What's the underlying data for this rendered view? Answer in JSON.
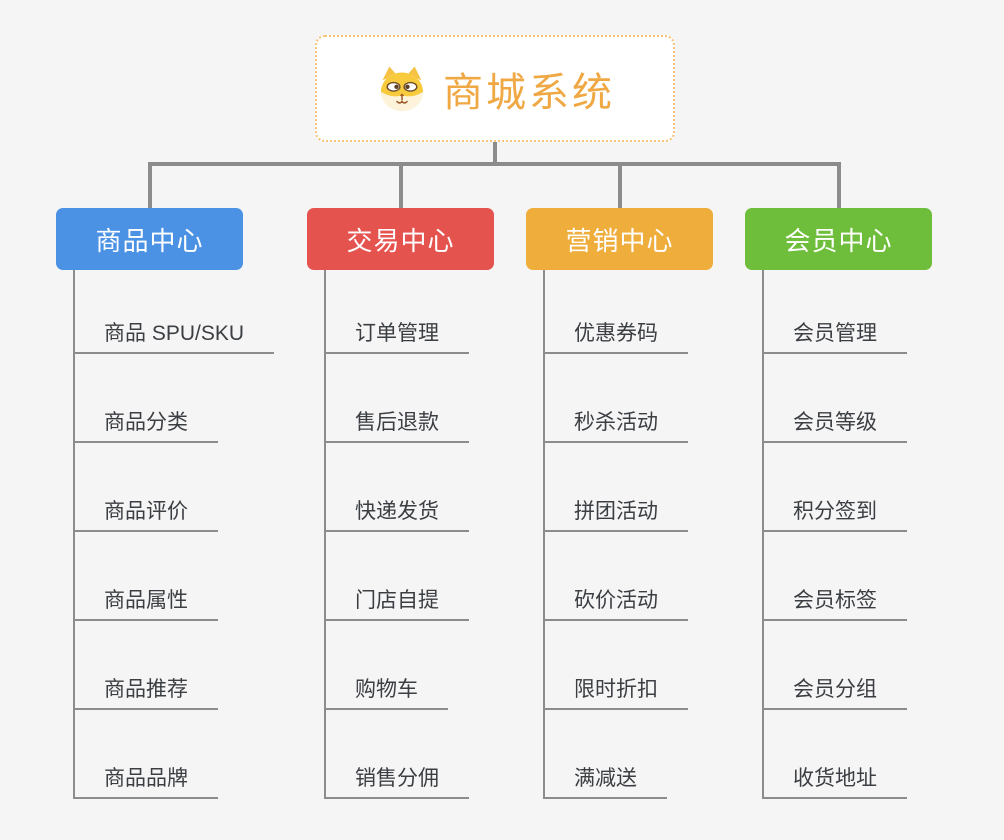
{
  "canvas": {
    "background": "#f5f5f5",
    "connector_color": "#8c8c8c"
  },
  "root": {
    "title": "商城系统",
    "title_color": "#efa843",
    "border_color": "#f6c275",
    "icon": "dog-face-icon"
  },
  "item_text_color": "#3b3e42",
  "branches": [
    {
      "label": "商品中心",
      "color": "#4b92e5",
      "items": [
        "商品 SPU/SKU",
        "商品分类",
        "商品评价",
        "商品属性",
        "商品推荐",
        "商品品牌"
      ]
    },
    {
      "label": "交易中心",
      "color": "#e5534f",
      "items": [
        "订单管理",
        "售后退款",
        "快递发货",
        "门店自提",
        "购物车",
        "销售分佣"
      ]
    },
    {
      "label": "营销中心",
      "color": "#efad3c",
      "items": [
        "优惠券码",
        "秒杀活动",
        "拼团活动",
        "砍价活动",
        "限时折扣",
        "满减送"
      ]
    },
    {
      "label": "会员中心",
      "color": "#6fbe3b",
      "items": [
        "会员管理",
        "会员等级",
        "积分签到",
        "会员标签",
        "会员分组",
        "收货地址"
      ]
    }
  ]
}
